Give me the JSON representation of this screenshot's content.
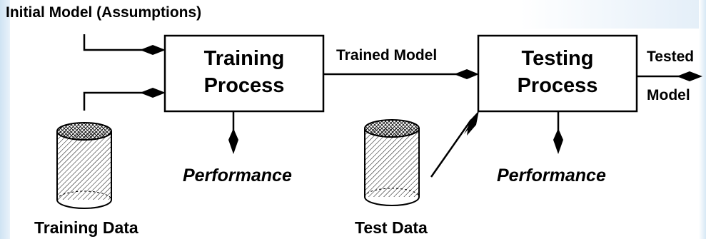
{
  "diagram": {
    "initial_model_label": "Initial Model (Assumptions)",
    "training_process_label_1": "Training",
    "training_process_label_2": "Process",
    "trained_model_label": "Trained Model",
    "testing_process_label_1": "Testing",
    "testing_process_label_2": "Process",
    "tested_label": "Tested",
    "model_label": "Model",
    "performance_left_label": "Performance",
    "performance_right_label": "Performance",
    "training_data_label": "Training Data",
    "test_data_label": "Test Data"
  },
  "colors": {
    "line": "#000000",
    "background_tint": "#dbe9f5"
  }
}
